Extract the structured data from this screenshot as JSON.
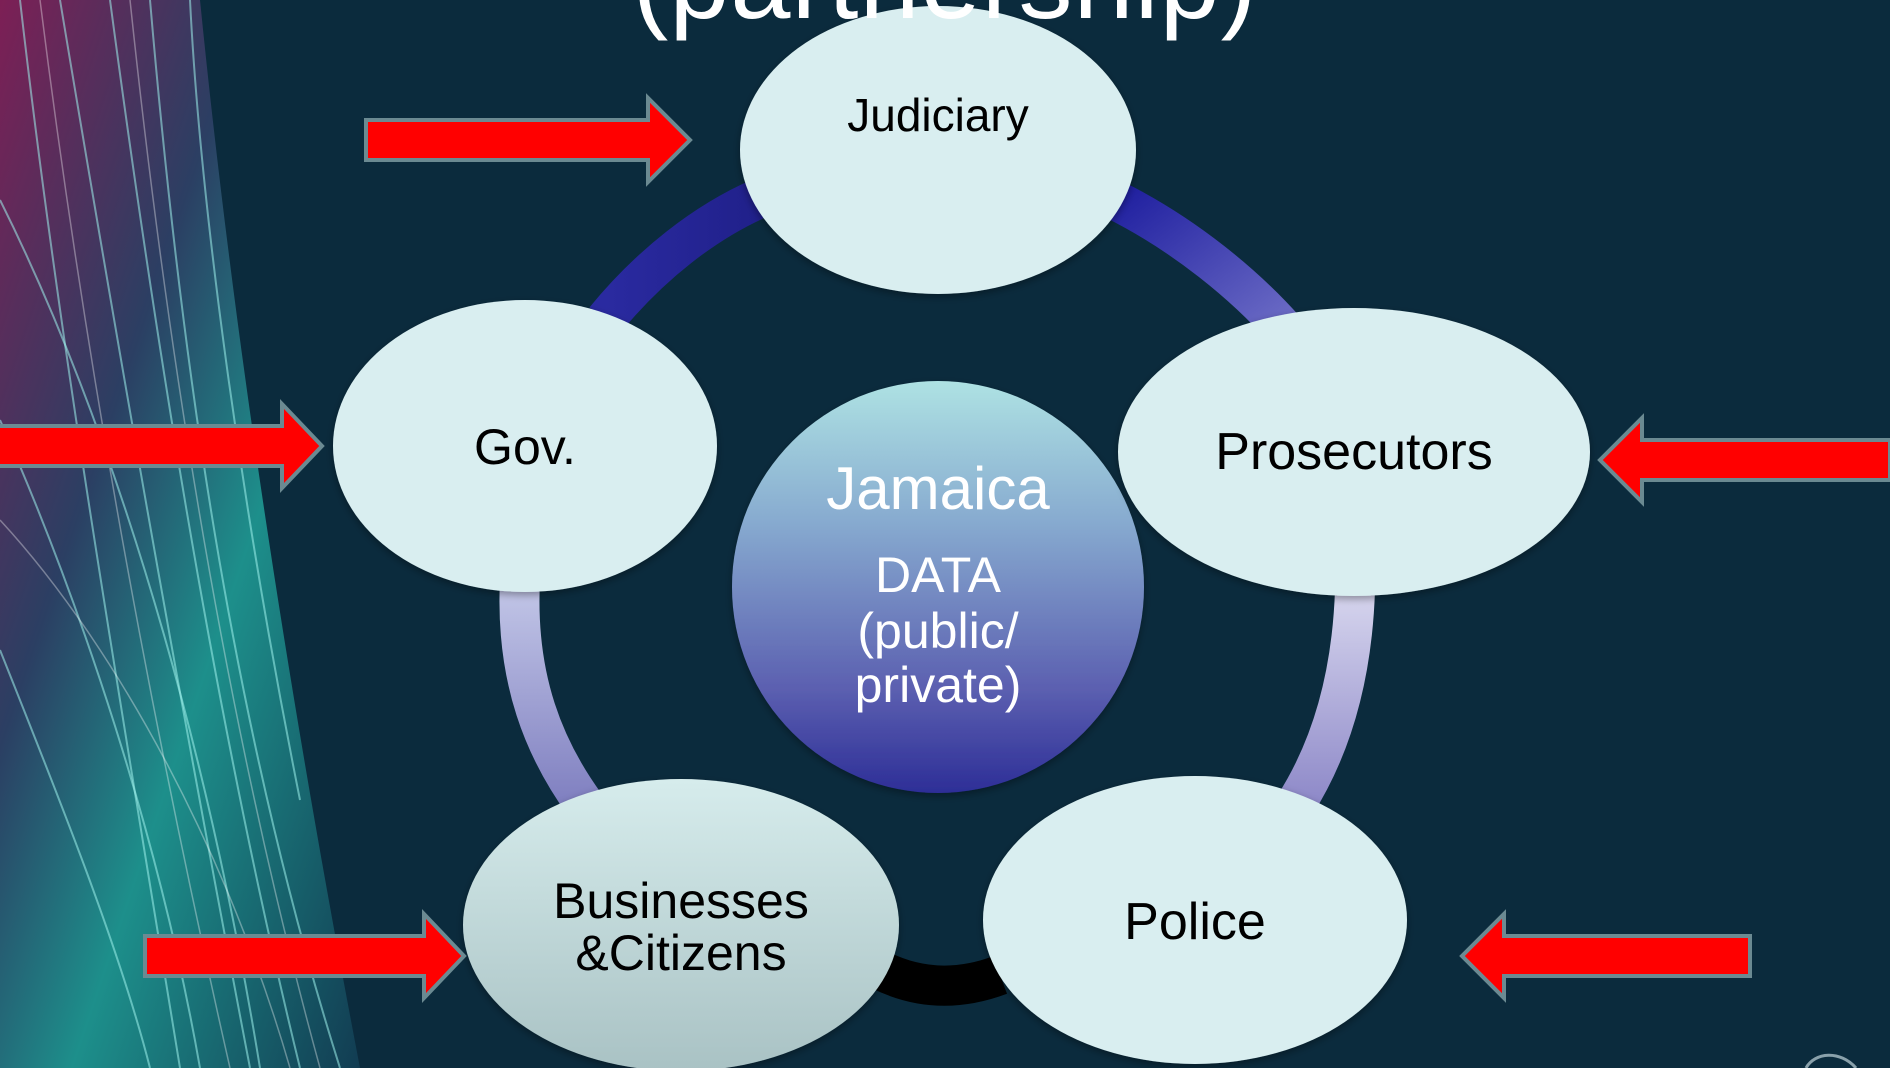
{
  "slide": {
    "title": "(partnership)"
  },
  "diagram": {
    "center": {
      "title": "Jamaica",
      "subtitle_lines": [
        "DATA",
        "(public/",
        "private)"
      ]
    },
    "nodes": [
      {
        "id": "judiciary",
        "lines": [
          "Judiciary"
        ]
      },
      {
        "id": "prosecutors",
        "lines": [
          "Prosecutors"
        ]
      },
      {
        "id": "police",
        "lines": [
          "Police"
        ]
      },
      {
        "id": "businesses-citizens",
        "lines": [
          "Businesses",
          "&Citizens"
        ]
      },
      {
        "id": "gov",
        "lines": [
          "Gov."
        ]
      }
    ]
  },
  "colors": {
    "background": "#0b2b3d",
    "node_fill": "#d9eef0",
    "arrow_fill": "#ff0000",
    "arrow_stroke": "#6b8a92",
    "ring_dark": "#23239a",
    "ring_light": "#c8c8e8",
    "center_top": "#a7dcde",
    "center_bottom": "#2f2f96"
  }
}
